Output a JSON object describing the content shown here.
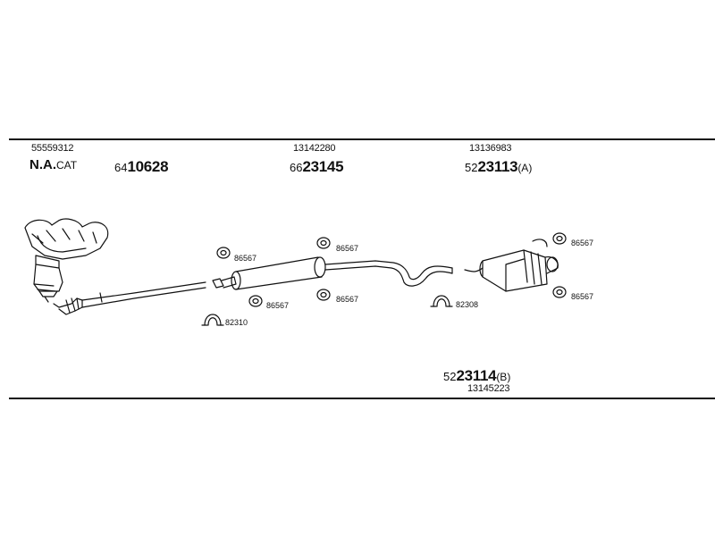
{
  "colors": {
    "line": "#111111",
    "background": "#ffffff"
  },
  "header": {
    "col1": {
      "partno": "55559312",
      "nacat_main": "N.A.",
      "nacat_suffix": "CAT",
      "code_prefix": "64",
      "code_bold": "10628"
    },
    "col2": {
      "partno": "13142280",
      "code_prefix": "66",
      "code_bold": "23145"
    },
    "col3": {
      "partno": "13136983",
      "code_prefix": "52",
      "code_bold": "23113",
      "code_suffix": "(A)"
    }
  },
  "footer": {
    "code_prefix": "52",
    "code_bold": "23114",
    "code_suffix": "(B)",
    "partno": "13145223"
  },
  "parts": {
    "hanger_a": "86567",
    "hanger_b": "86567",
    "hanger_c": "86567",
    "hanger_d": "86567",
    "hanger_e": "86567",
    "hanger_f": "86567",
    "clamp_a": "82310",
    "clamp_b": "82308"
  }
}
